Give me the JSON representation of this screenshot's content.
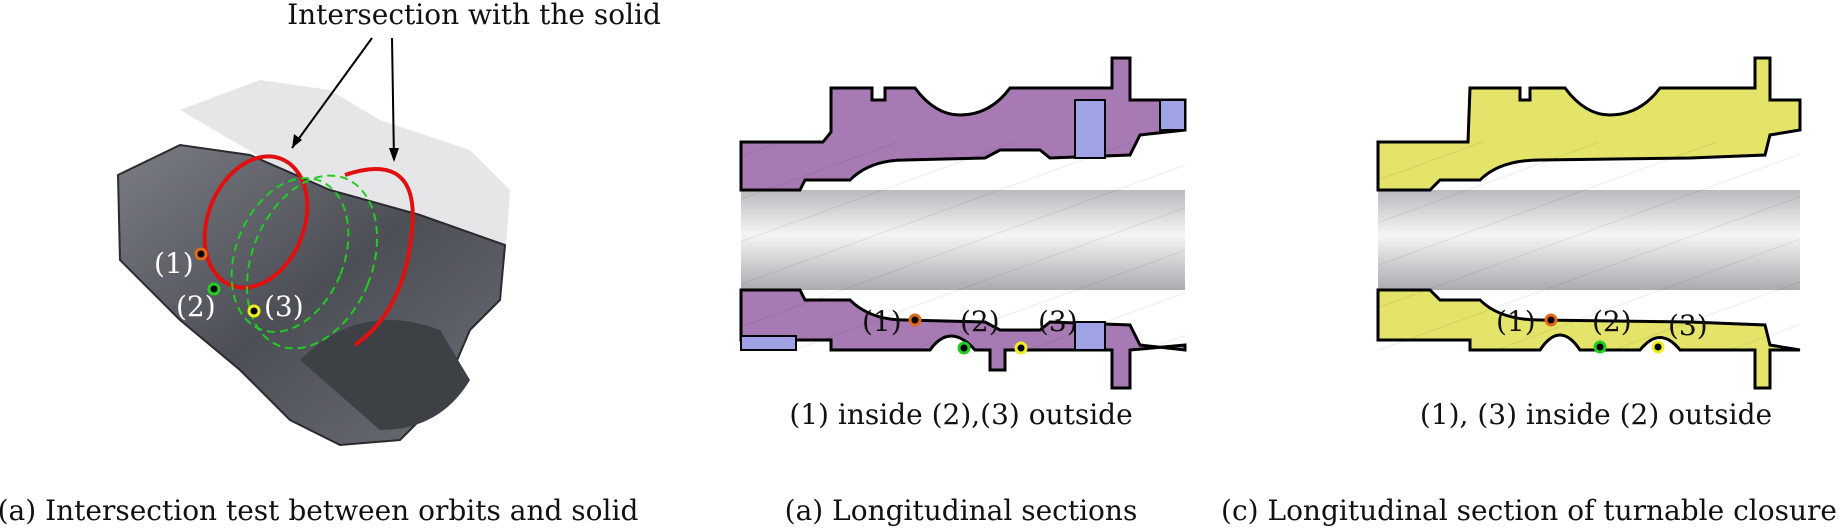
{
  "panel_a": {
    "annotation": "Intersection with the solid",
    "points": [
      "(1)",
      "(2)",
      "(3)"
    ],
    "caption": "(a) Intersection test between orbits and solid"
  },
  "panel_b": {
    "points": [
      "(1)",
      "(2)",
      "(3)"
    ],
    "result": "(1) inside (2),(3) outside",
    "caption": "(a) Longitudinal sections"
  },
  "panel_c": {
    "points": [
      "(1)",
      "(2)",
      "(3)"
    ],
    "result": "(1), (3) inside (2) outside",
    "caption": "(c) Longitudinal section of turnable closure"
  },
  "colors": {
    "orbit_intersecting": "#e01010",
    "orbit_non_intersecting": "#22cc22",
    "section_purple": "#a87ab4",
    "section_blue": "#9fa3e6",
    "section_yellow": "#e4e46a",
    "point1": "#e06a1a",
    "point2": "#22cc22",
    "point3": "#eeee22"
  }
}
